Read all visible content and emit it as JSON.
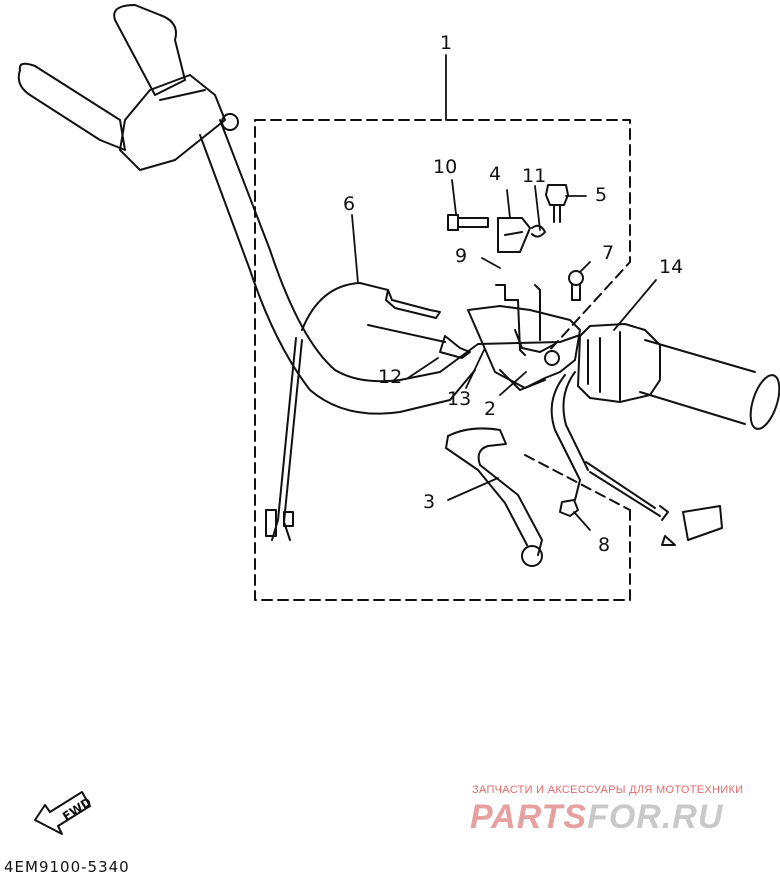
{
  "diagram": {
    "callouts": [
      "1",
      "2",
      "3",
      "4",
      "5",
      "6",
      "7",
      "8",
      "9",
      "10",
      "11",
      "12",
      "13",
      "14"
    ],
    "fwd_label": "FWD",
    "drawing_code": "4EM9100-5340"
  },
  "watermark": {
    "tagline": "ЗАПЧАСТИ И АКСЕССУАРЫ ДЛЯ МОТОТЕХНИКИ",
    "brand_part1": "PARTS",
    "brand_part2": "FOR.RU"
  }
}
